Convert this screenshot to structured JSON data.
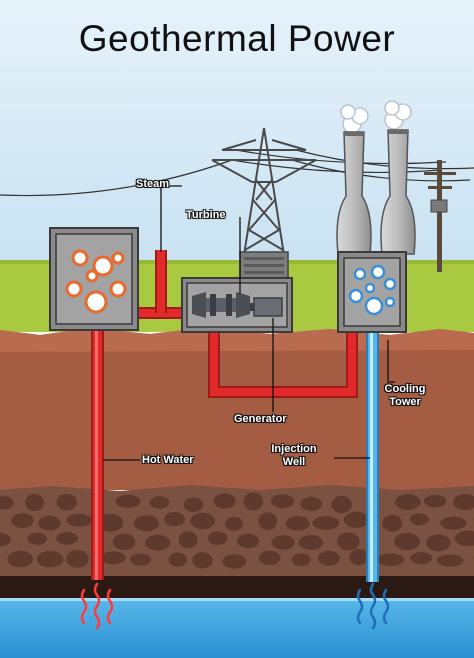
{
  "title": "Geothermal Power",
  "labels": {
    "steam": "Steam",
    "turbine": "Turbine",
    "generator": "Generator",
    "cooling_tower_line1": "Cooling",
    "cooling_tower_line2": "Tower",
    "hot_water": "Hot Water",
    "injection_well_line1": "Injection",
    "injection_well_line2": "Well"
  },
  "colors": {
    "sky": "#cfe5f3",
    "grass": "#a7c83f",
    "soil": "#a45c43",
    "rock_layer": "#7b5141",
    "bedrock": "#2b1a14",
    "groundwater": "#3aa0dc",
    "hot_pipe": "#e32a2a",
    "cold_pipe": "#55b8ec"
  }
}
